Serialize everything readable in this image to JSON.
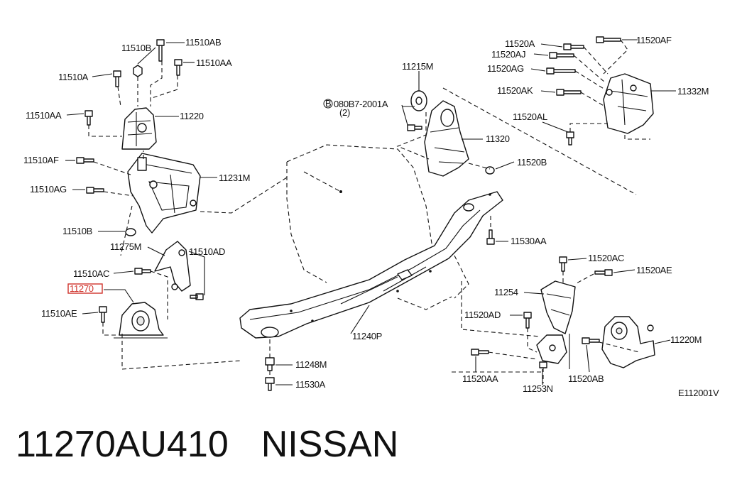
{
  "diagram": {
    "labels": {
      "l11510B": "11510B",
      "l11510AB": "11510AB",
      "l11510AA_top": "11510AA",
      "l11510A": "11510A",
      "l11510AA_mid": "11510AA",
      "l11220": "11220",
      "l11510AF": "11510AF",
      "l11510AG": "11510AG",
      "l11231M": "11231M",
      "l11510B_low": "11510B",
      "l11275M": "11275M",
      "l11510AD": "11510AD",
      "l11510AC": "11510AC",
      "l11270": "11270",
      "l11510AE": "11510AE",
      "l11215M": "11215M",
      "lBolt": "080B7-2001A",
      "lBoltB": "B",
      "lBoltQty": "2",
      "l11320": "11320",
      "l11520B": "11520B",
      "l11520A": "11520A",
      "l11520AJ": "11520AJ",
      "l11520AG": "11520AG",
      "l11520AK": "11520AK",
      "l11520AL": "11520AL",
      "l11520AF": "11520AF",
      "l11332M": "11332M",
      "l11530AA": "11530AA",
      "l11520AC": "11520AC",
      "l11520AE": "11520AE",
      "l11254": "11254",
      "l11520AD": "11520AD",
      "l11220M": "11220M",
      "l11240P": "11240P",
      "l11248M": "11248M",
      "l11530A": "11530A",
      "l11520AA": "11520AA",
      "l11253N": "11253N",
      "l11520AB": "11520AB",
      "diagramCode": "E112001V"
    },
    "highlight_color": "#d0342c"
  },
  "caption": {
    "part_number": "11270AU410",
    "brand": "NISSAN"
  }
}
